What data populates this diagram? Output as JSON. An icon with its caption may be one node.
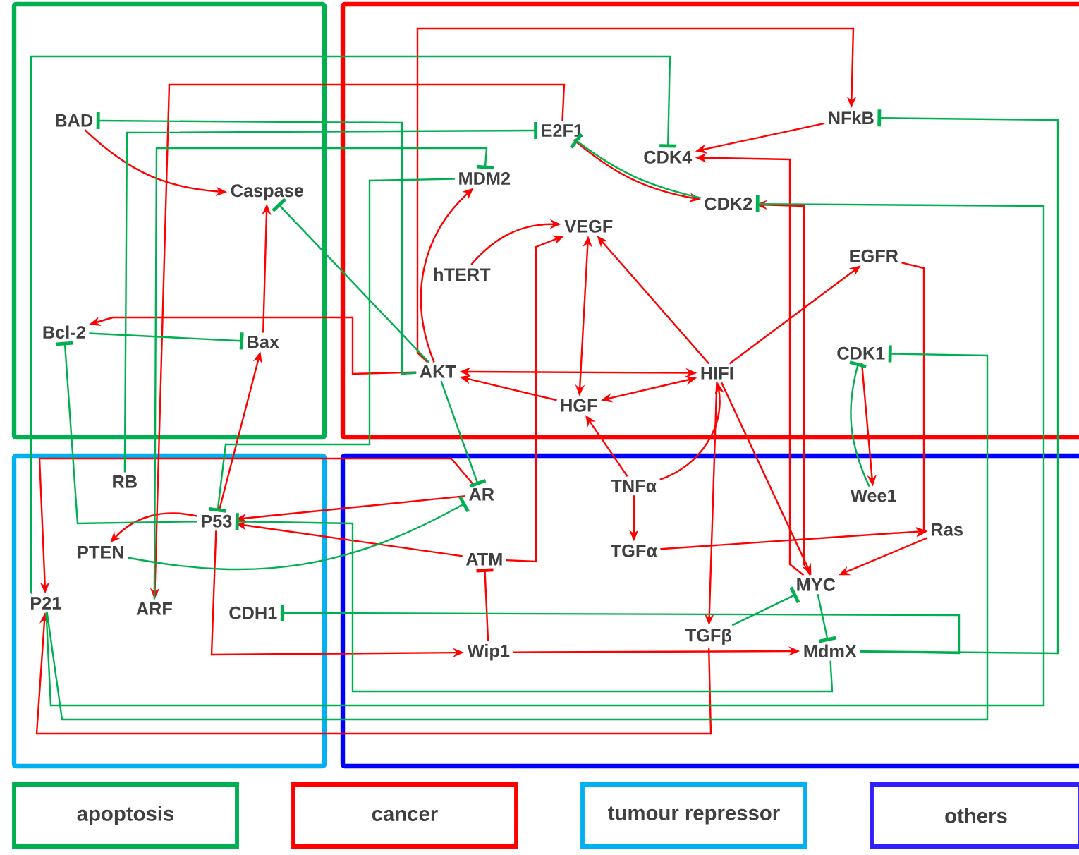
{
  "diagram": {
    "nodes": [
      {
        "text": [],
        "shape": "box"
      },
      {
        "text": [],
        "shape": "box"
      },
      {
        "text": [],
        "shape": "box"
      },
      {
        "text": [],
        "shape": "box"
      },
      {
        "text": [
          "BAD"
        ],
        "in": 0
      },
      {
        "text": [
          "Caspase"
        ],
        "in": 0
      },
      {
        "text": [
          "Bcl-2"
        ],
        "in": 0
      },
      {
        "text": [
          "Bax"
        ],
        "in": 0
      },
      {
        "text": [
          "E2F1"
        ],
        "in": 1
      },
      {
        "text": [
          "NFkB"
        ],
        "in": 1
      },
      {
        "text": [
          "CDK4"
        ],
        "in": 1
      },
      {
        "text": [
          "MDM2"
        ],
        "in": 1
      },
      {
        "text": [
          "CDK2"
        ],
        "in": 1
      },
      {
        "text": [
          "VEGF"
        ],
        "in": 1
      },
      {
        "text": [
          "EGFR"
        ],
        "in": 1
      },
      {
        "text": [
          "hTERT"
        ],
        "in": 1
      },
      {
        "text": [
          "CDK1"
        ],
        "in": 1
      },
      {
        "text": [
          "AKT"
        ],
        "in": 1
      },
      {
        "text": [
          "HIFI"
        ],
        "in": 1
      },
      {
        "text": [
          "HGF"
        ],
        "in": 1
      },
      {
        "text": [
          "RB"
        ],
        "in": 2
      },
      {
        "text": [
          "P53"
        ],
        "in": 2
      },
      {
        "text": [
          "PTEN"
        ],
        "in": 2
      },
      {
        "text": [
          "P21"
        ],
        "in": 2
      },
      {
        "text": [
          "ARF"
        ],
        "in": 2
      },
      {
        "text": [
          "CDH1"
        ],
        "in": 2
      },
      {
        "text": [
          "AR"
        ],
        "in": 3
      },
      {
        "text": [
          "TNFα"
        ],
        "in": 3
      },
      {
        "text": [
          "Wee1"
        ],
        "in": 3
      },
      {
        "text": [
          "Ras"
        ],
        "in": 3
      },
      {
        "text": [
          "TGFα"
        ],
        "in": 3
      },
      {
        "text": [
          "ATM"
        ],
        "in": 3
      },
      {
        "text": [
          "MYC"
        ],
        "in": 3
      },
      {
        "text": [
          "TGFβ"
        ],
        "in": 3
      },
      {
        "text": [
          "Wip1"
        ],
        "in": 3
      },
      {
        "text": [
          "MdmX"
        ],
        "in": 3
      }
    ],
    "edges": [
      {
        "from": 4,
        "to": 5,
        "arrow": "to"
      },
      {
        "from": 7,
        "to": 5,
        "arrow": "to"
      },
      {
        "from": 9,
        "to": 10,
        "arrow": "to"
      },
      {
        "from": 8,
        "to": 12,
        "arrow": "to"
      },
      {
        "from": 15,
        "to": 13,
        "arrow": "to"
      },
      {
        "from": 17,
        "to": 11,
        "arrow": "to"
      },
      {
        "from": 19,
        "to": 18,
        "arrow": "both"
      },
      {
        "from": 19,
        "to": 17,
        "arrow": "to"
      },
      {
        "from": 18,
        "to": 13,
        "arrow": "to"
      },
      {
        "from": 18,
        "to": 14,
        "arrow": "to"
      },
      {
        "from": 17,
        "to": 18,
        "arrow": "both"
      },
      {
        "from": 13,
        "to": 19,
        "arrow": "both"
      },
      {
        "from": 27,
        "to": 30,
        "arrow": "to"
      },
      {
        "from": 27,
        "to": 19,
        "arrow": "to"
      },
      {
        "from": 27,
        "to": 18,
        "arrow": "to"
      },
      {
        "from": 29,
        "to": 32,
        "arrow": "to"
      },
      {
        "from": 30,
        "to": 29,
        "arrow": "to"
      },
      {
        "from": 21,
        "to": 22,
        "arrow": "to"
      },
      {
        "from": 31,
        "to": 21,
        "arrow": "to"
      },
      {
        "from": 31,
        "to": 13,
        "arrow": "to"
      },
      {
        "from": 21,
        "to": 34,
        "arrow": "to"
      },
      {
        "from": 34,
        "to": 35,
        "arrow": "to"
      },
      {
        "from": 26,
        "to": 21,
        "arrow": "to"
      },
      {
        "from": 26,
        "to": 23,
        "arrow": "to"
      },
      {
        "from": 18,
        "to": 33,
        "arrow": "to"
      },
      {
        "from": 33,
        "to": 23,
        "arrow": "to"
      },
      {
        "from": 14,
        "to": 29,
        "arrow": "to"
      },
      {
        "from": 16,
        "to": 28,
        "arrow": "to"
      },
      {
        "from": 17,
        "to": 9,
        "arrow": "to"
      },
      {
        "from": 17,
        "to": 6,
        "arrow": "to"
      },
      {
        "from": 21,
        "to": 7,
        "arrow": "to"
      },
      {
        "from": 32,
        "to": 10,
        "arrow": "to"
      },
      {
        "from": 32,
        "to": 12,
        "arrow": "to"
      },
      {
        "from": 18,
        "to": 32,
        "arrow": "to"
      },
      {
        "from": 8,
        "to": 24,
        "arrow": "to"
      },
      {
        "from": 33,
        "to": 32,
        "arrow": "other",
        "color": "#00b050"
      },
      {
        "from": 22,
        "to": 26,
        "arrow": "other",
        "color": "#00b050"
      },
      {
        "from": 17,
        "to": 26,
        "arrow": "other",
        "color": "#00b050"
      },
      {
        "from": 12,
        "to": 8,
        "arrow": "other",
        "color": "#00b050"
      },
      {
        "from": 6,
        "to": 7,
        "arrow": "other",
        "color": "#00b050"
      },
      {
        "from": 34,
        "to": 31,
        "arrow": "other"
      },
      {
        "from": 32,
        "to": 35,
        "arrow": "other",
        "color": "#00b050"
      },
      {
        "from": 23,
        "to": 12,
        "arrow": "other",
        "color": "#00b050"
      },
      {
        "from": 23,
        "to": 10,
        "arrow": "other",
        "color": "#00b050"
      },
      {
        "from": 23,
        "to": 16,
        "arrow": "other",
        "color": "#00b050"
      },
      {
        "from": 20,
        "to": 8,
        "arrow": "other",
        "color": "#00b050"
      },
      {
        "from": 24,
        "to": 11,
        "arrow": "other",
        "color": "#00b050"
      },
      {
        "from": 11,
        "to": 21,
        "arrow": "other",
        "color": "#00b050"
      },
      {
        "from": 35,
        "to": 21,
        "arrow": "other",
        "color": "#00b050"
      },
      {
        "from": 17,
        "to": 4,
        "arrow": "other",
        "color": "#00b050"
      },
      {
        "from": 17,
        "to": 5,
        "arrow": "other",
        "color": "#00b050"
      },
      {
        "from": 21,
        "to": 6,
        "arrow": "other",
        "color": "#00b050"
      },
      {
        "from": 28,
        "to": 16,
        "arrow": "other",
        "color": "#00b050"
      },
      {
        "from": 35,
        "to": 25,
        "arrow": "other",
        "color": "#00b050"
      },
      {
        "from": 35,
        "to": 9,
        "arrow": "other",
        "color": "#00b050"
      }
    ],
    "legend": [
      {
        "text": "apoptosis",
        "color": "#00b050"
      },
      {
        "text": "cancer",
        "color": "#ff0000"
      },
      {
        "text": "tumour repressor",
        "color": "#00b0f0"
      },
      {
        "text": "others",
        "color": "#3020ff"
      }
    ]
  }
}
